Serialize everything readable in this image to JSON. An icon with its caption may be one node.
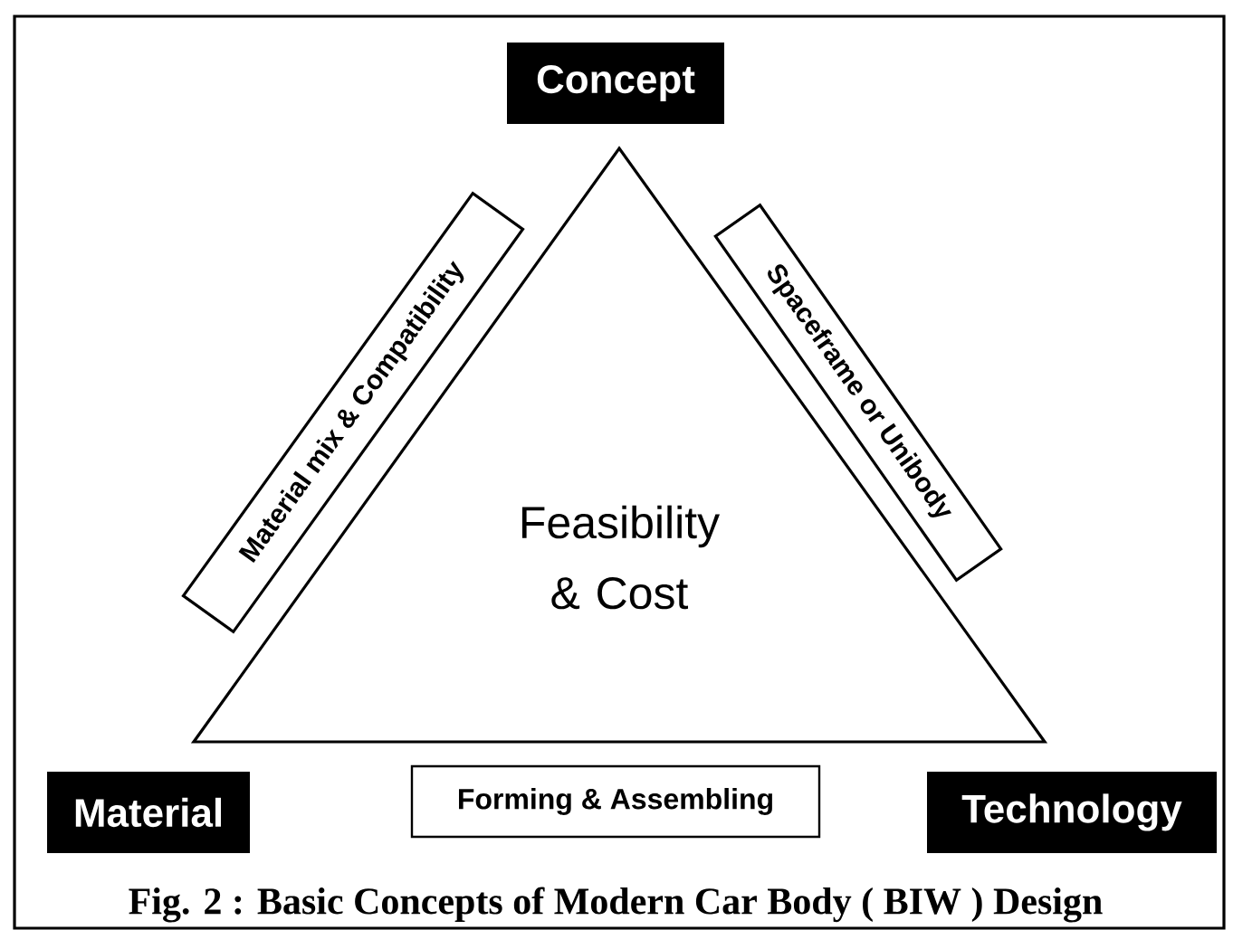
{
  "diagram": {
    "caption": "Fig. 2 : Basic Concepts of Modern Car Body ( BIW ) Design",
    "nodes": [
      {
        "text": [
          "Concept"
        ]
      },
      {
        "text": [
          "Feasibility & Cost"
        ]
      },
      {
        "text": [
          "Material mix & Compatibility"
        ]
      },
      {
        "text": [
          "Spaceframe or Unibody"
        ]
      },
      {
        "text": [
          "Material"
        ]
      },
      {
        "text": [
          "Forming & Assembling"
        ]
      },
      {
        "text": [
          "Technology"
        ]
      }
    ]
  }
}
